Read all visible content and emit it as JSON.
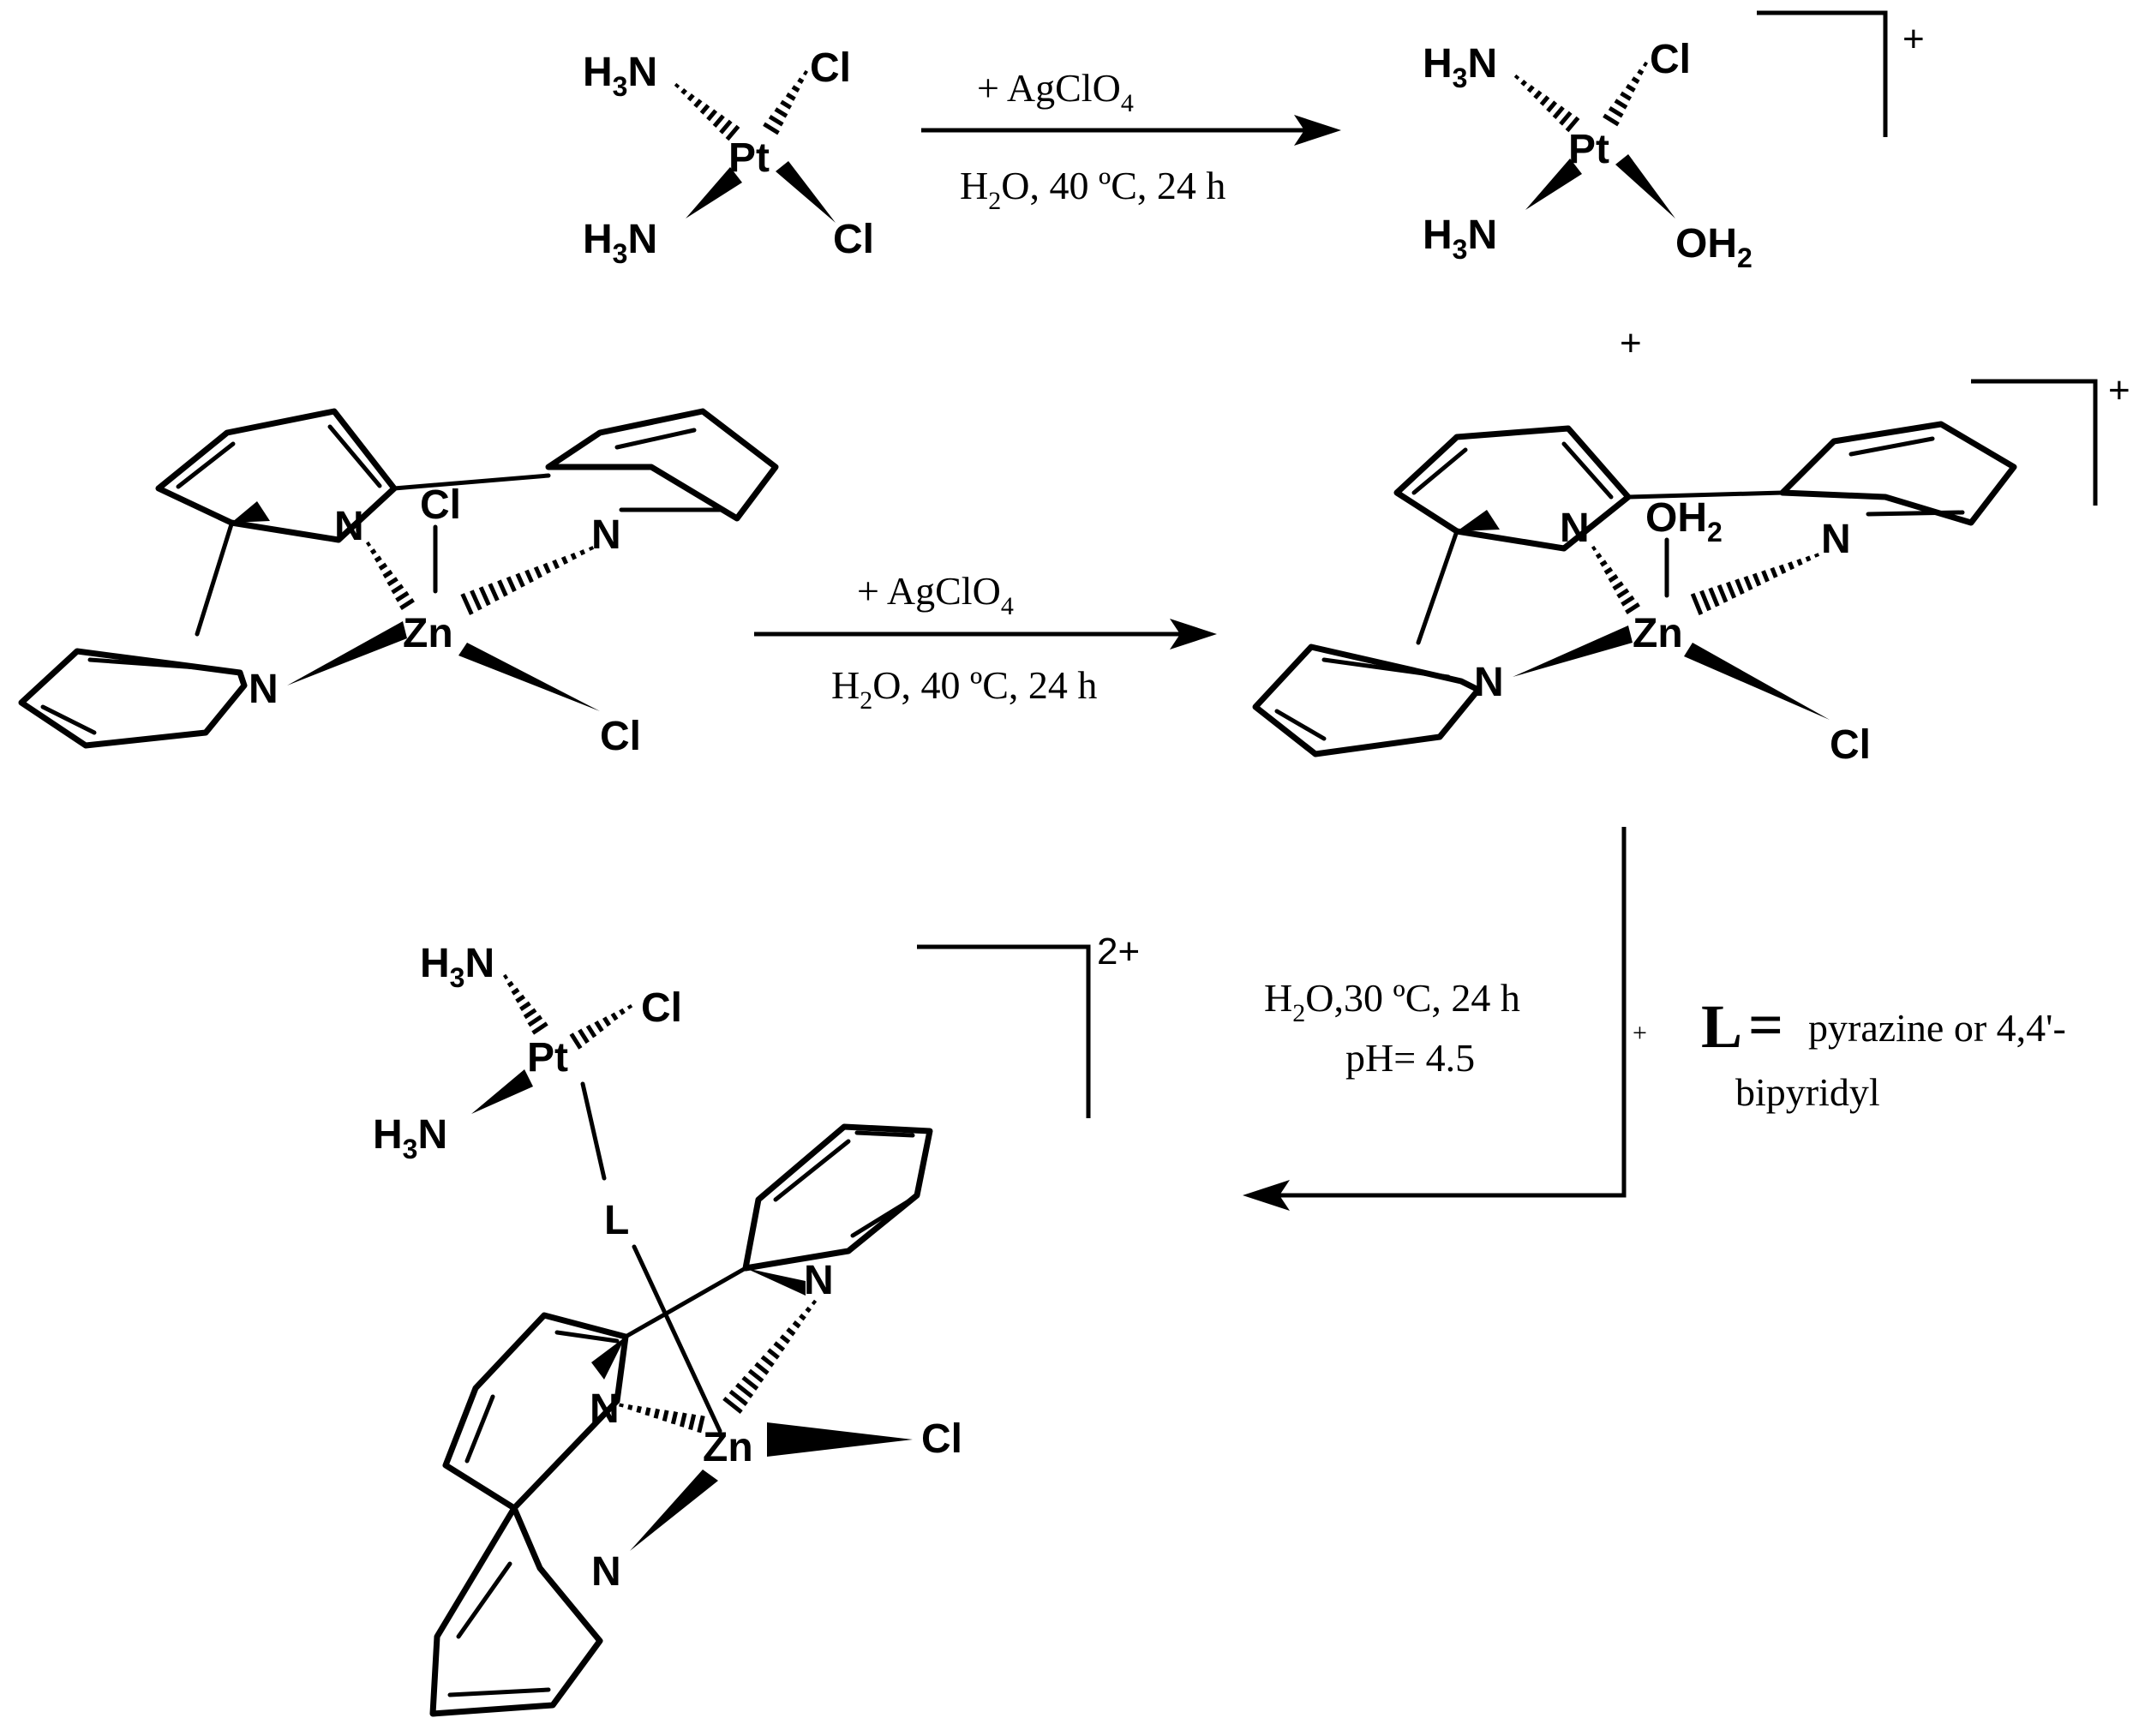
{
  "atoms": {
    "h3n": [
      "H",
      "3",
      "N"
    ],
    "cl": "Cl",
    "pt": "Pt",
    "zn": "Zn",
    "n": "N",
    "oh2": [
      "OH",
      "2"
    ],
    "l": "L"
  },
  "conditions": {
    "step1": {
      "reagent": [
        "+ AgClO",
        "4"
      ],
      "cond": [
        "H",
        "2",
        "O, 40 ºC, 24 h"
      ]
    },
    "step2": {
      "reagent": [
        "+ AgClO",
        "4"
      ],
      "cond": [
        "H",
        "2",
        "O, 40 ºC, 24 h"
      ]
    },
    "step3": {
      "cond": [
        "H",
        "2",
        "O,30 ºC, 24 h"
      ],
      "ph": "pH= 4.5"
    }
  },
  "charges": {
    "pt_aqua": "+",
    "zn_aqua": "+",
    "product": "2+",
    "plus_between": "+",
    "plus_ligand": "+"
  },
  "ligand_note": {
    "symbol": "L",
    "equals": "=",
    "line1": "pyrazine or 4,4'-",
    "line2": "bipyridyl"
  }
}
